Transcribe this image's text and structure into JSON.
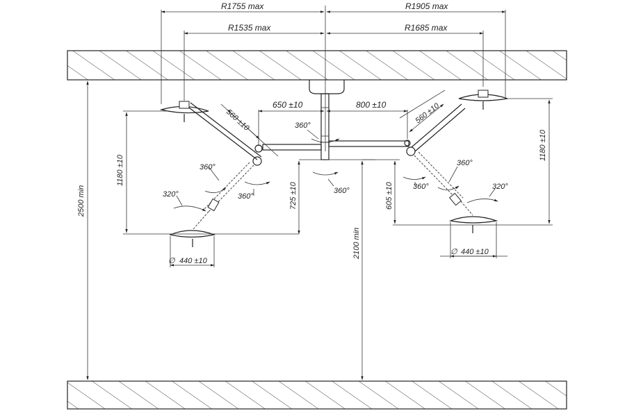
{
  "dimensions": {
    "r_left_outer": "R1755 max",
    "r_right_outer": "R1905 max",
    "r_left_inner": "R1535 max",
    "r_right_inner": "R1685 max",
    "arm_left": "650 ±10",
    "arm_right": "800 ±10",
    "spring_left": "560 ±10",
    "spring_right": "560 ±10",
    "drop_left": "725 ±10",
    "drop_right": "605 ±10",
    "vertical_left": "1180 ±10",
    "vertical_right": "1180 ±10",
    "ceiling_height": "2500 min",
    "clearance": "2100 min",
    "lamp_left_diameter": "440 ±10",
    "lamp_right_diameter": "440 ±10",
    "diameter_symbol": "∅"
  },
  "rotations": {
    "center_top": "360°",
    "center_bottom": "360°",
    "left_joint": "360°",
    "left_lower": "360°",
    "left_head": "320°",
    "right_joint": "360°",
    "right_lower": "360°",
    "right_head": "320°"
  },
  "colors": {
    "line": "#222222",
    "hatch": "#444444",
    "background": "#ffffff"
  }
}
